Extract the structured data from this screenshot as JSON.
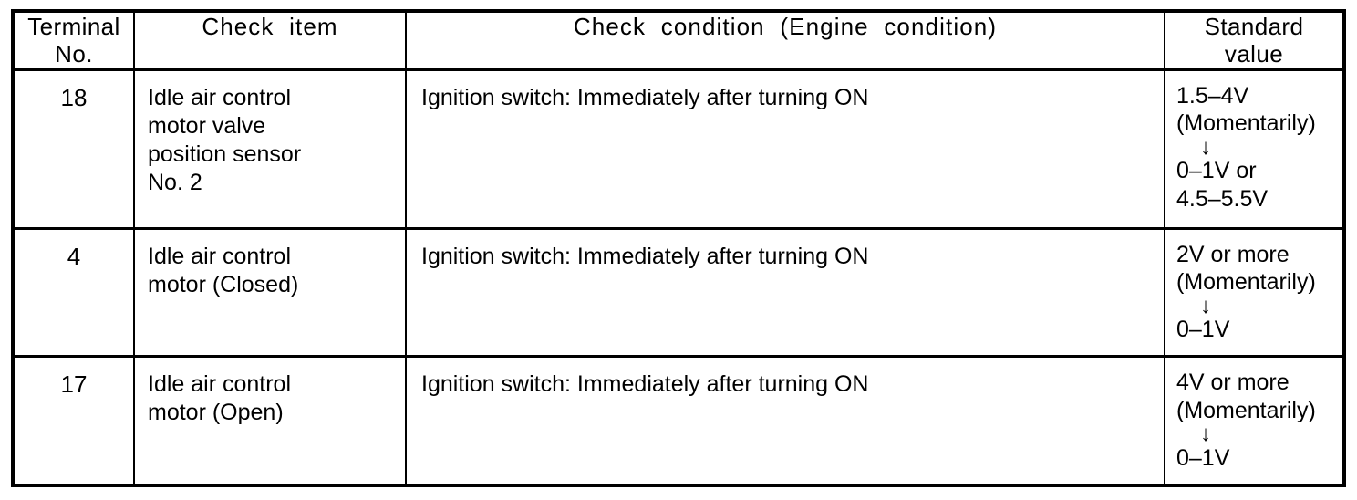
{
  "table": {
    "headers": {
      "terminal_no": [
        "Terminal",
        "No."
      ],
      "check_item": "Check  item",
      "check_condition": "Check  condition  (Engine  condition)",
      "standard_value": [
        "Standard",
        "value"
      ]
    },
    "rows": [
      {
        "terminal_no": "18",
        "check_item": "Idle air control\nmotor valve\nposition sensor\nNo. 2",
        "check_condition": "Ignition switch: Immediately after turning ON",
        "standard_value": {
          "before": "1.5–4V\n(Momentarily)",
          "arrow": "↓",
          "after": "0–1V or\n4.5–5.5V"
        }
      },
      {
        "terminal_no": "4",
        "check_item": "Idle air control\nmotor (Closed)",
        "check_condition": "Ignition switch: Immediately after turning ON",
        "standard_value": {
          "before": "2V or more\n(Momentarily)",
          "arrow": "↓",
          "after": "0–1V"
        }
      },
      {
        "terminal_no": "17",
        "check_item": "Idle air control\nmotor (Open)",
        "check_condition": "Ignition switch: Immediately after turning ON",
        "standard_value": {
          "before": "4V or more\n(Momentarily)",
          "arrow": "↓",
          "after": "0–1V"
        }
      }
    ]
  },
  "colors": {
    "ink": "#000000",
    "paper": "#ffffff"
  }
}
